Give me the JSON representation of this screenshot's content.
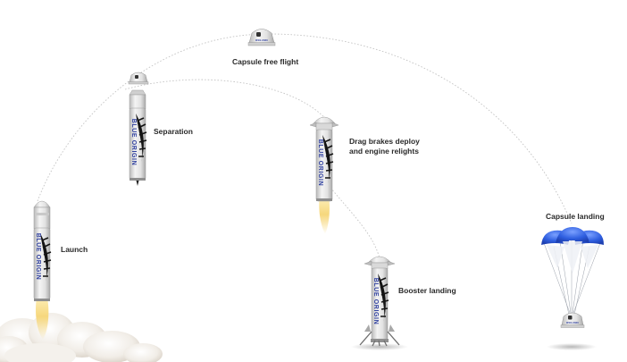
{
  "labels": {
    "capsule_free_flight": "Capsule free flight",
    "separation": "Separation",
    "drag_brakes_line1": "Drag brakes deploy",
    "drag_brakes_line2": "and engine relights",
    "capsule_landing": "Capsule landing",
    "launch": "Launch",
    "booster_landing": "Booster landing"
  },
  "brand_text": "BLUE ORIGIN",
  "capsule_mark": "RSS 2020",
  "icons": [
    "launch-rocket",
    "separation-booster",
    "detached-capsule",
    "free-flight-capsule",
    "drag-brake-booster",
    "landed-booster",
    "parachute-capsule",
    "exhaust-cloud"
  ],
  "colors": {
    "path": "#c4c4c4",
    "body": "#e6e6e6",
    "brand": "#2d3e9e",
    "feather": "#141414",
    "flame": "#f3cf6a",
    "parachute": "#2f5fe0",
    "label": "#2a2a2a"
  }
}
